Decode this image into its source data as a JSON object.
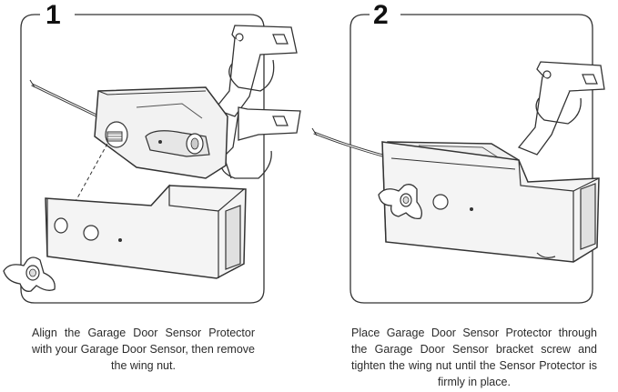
{
  "steps": [
    {
      "number": "1",
      "caption": "Align the Garage Door Sensor Protector with your Garage Door Sensor, then remove the wing nut."
    },
    {
      "number": "2",
      "caption": "Place Garage Door Sensor Protector through the Garage Door Sensor bracket screw and tighten the wing nut until the Sensor Protector is firmly in place."
    }
  ]
}
